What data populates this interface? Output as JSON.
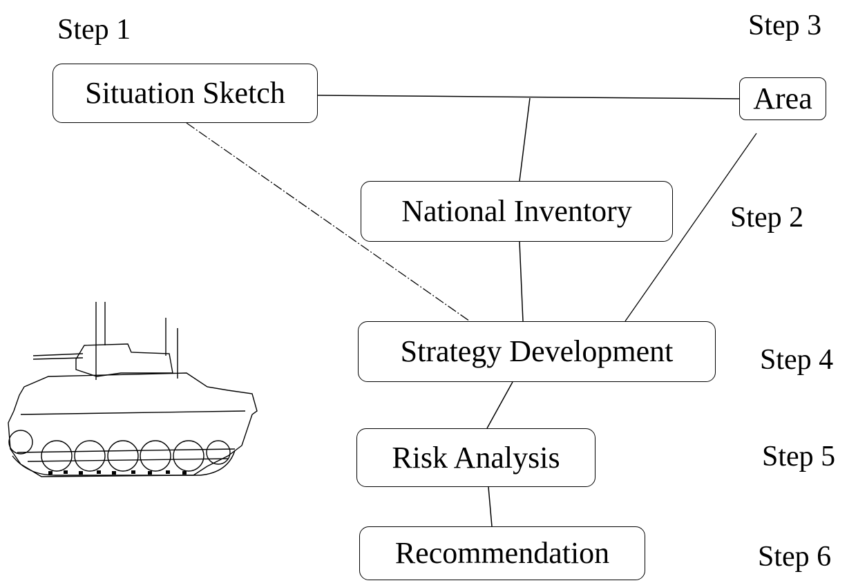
{
  "nodes": {
    "situation_sketch": "Situation Sketch",
    "area": "Area",
    "national_inventory": "National Inventory",
    "strategy_development": "Strategy Development",
    "risk_analysis": "Risk Analysis",
    "recommendation": "Recommendation"
  },
  "steps": {
    "step1": "Step 1",
    "step2": "Step 2",
    "step3": "Step 3",
    "step4": "Step 4",
    "step5": "Step 5",
    "step6": "Step 6"
  },
  "illustration": {
    "icon": "armored-vehicle-icon"
  }
}
